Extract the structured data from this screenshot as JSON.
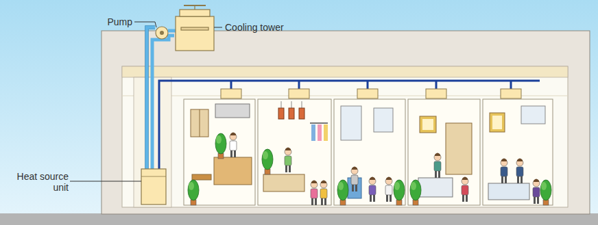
{
  "diagram": {
    "labels": [
      "Pump",
      "Cooling tower",
      "Heat source unit"
    ]
  }
}
